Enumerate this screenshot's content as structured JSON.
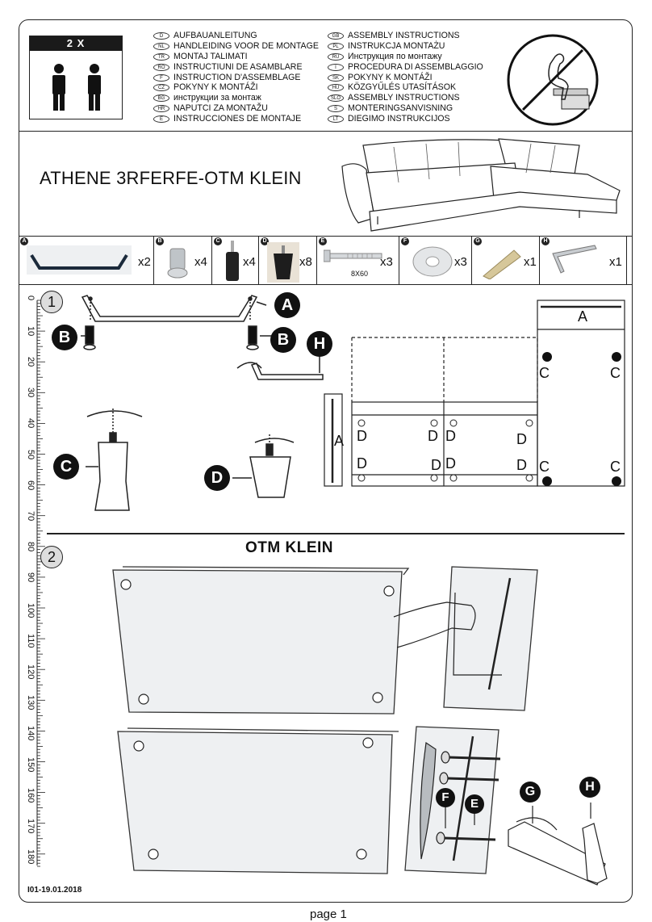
{
  "header": {
    "workers_label": "2 X",
    "languages_left": [
      {
        "code": "D",
        "text": "AUFBAUANLEITUNG"
      },
      {
        "code": "NL",
        "text": "HANDLEIDING VOOR DE MONTAGE"
      },
      {
        "code": "TR",
        "text": "MONTAJ TALIMATI"
      },
      {
        "code": "RO",
        "text": "INSTRUCTIUNI DE ASAMBLARE"
      },
      {
        "code": "F",
        "text": "INSTRUCTION D'ASSEMBLAGE"
      },
      {
        "code": "CZ",
        "text": "POKYNY K MONTÁŽI"
      },
      {
        "code": "BG",
        "text": "инструкции за монтаж"
      },
      {
        "code": "HR",
        "text": "NAPUTCI ZA MONTAŽU"
      },
      {
        "code": "E",
        "text": "INSTRUCCIONES DE MONTAJE"
      }
    ],
    "languages_right": [
      {
        "code": "GB",
        "text": "ASSEMBLY INSTRUCTIONS"
      },
      {
        "code": "PL",
        "text": "INSTRUKCJA MONTAŻU"
      },
      {
        "code": "RU",
        "text": "Инструкция по монтажу"
      },
      {
        "code": "I",
        "text": "PROCEDURA DI ASSEMBLAGGIO"
      },
      {
        "code": "SK",
        "text": "POKYNY K MONTÁŽI"
      },
      {
        "code": "HU",
        "text": "KÖZGYŰLÉS UTASÍTÁSOK"
      },
      {
        "code": "SLO",
        "text": "ASSEMBLY INSTRUCTIONS"
      },
      {
        "code": "S",
        "text": "MONTERINGSANVISNING"
      },
      {
        "code": "LT",
        "text": "DIEGIMO INSTRUKCIJOS"
      }
    ]
  },
  "product_title": "ATHENE 3RFERFE-OTM KLEIN",
  "parts": [
    {
      "letter": "A",
      "qty": "x2"
    },
    {
      "letter": "B",
      "qty": "x4"
    },
    {
      "letter": "C",
      "qty": "x4"
    },
    {
      "letter": "D",
      "qty": "x8"
    },
    {
      "letter": "E",
      "qty": "x3",
      "spec": "8X60"
    },
    {
      "letter": "F",
      "qty": "x3"
    },
    {
      "letter": "G",
      "qty": "x1"
    },
    {
      "letter": "H",
      "qty": "x1"
    }
  ],
  "steps": {
    "step1": "1",
    "step2": "2",
    "step2_title": "OTM  KLEIN"
  },
  "callouts": {
    "A": "A",
    "B": "B",
    "C": "C",
    "D": "D",
    "E": "E",
    "F": "F",
    "G": "G",
    "H": "H"
  },
  "ruler": [
    "0",
    "10",
    "20",
    "30",
    "40",
    "50",
    "60",
    "70",
    "80",
    "90",
    "100",
    "110",
    "120",
    "130",
    "140",
    "150",
    "160",
    "170",
    "180"
  ],
  "footer": {
    "doc_code": "I01-19.01.2018",
    "page": "page 1"
  }
}
